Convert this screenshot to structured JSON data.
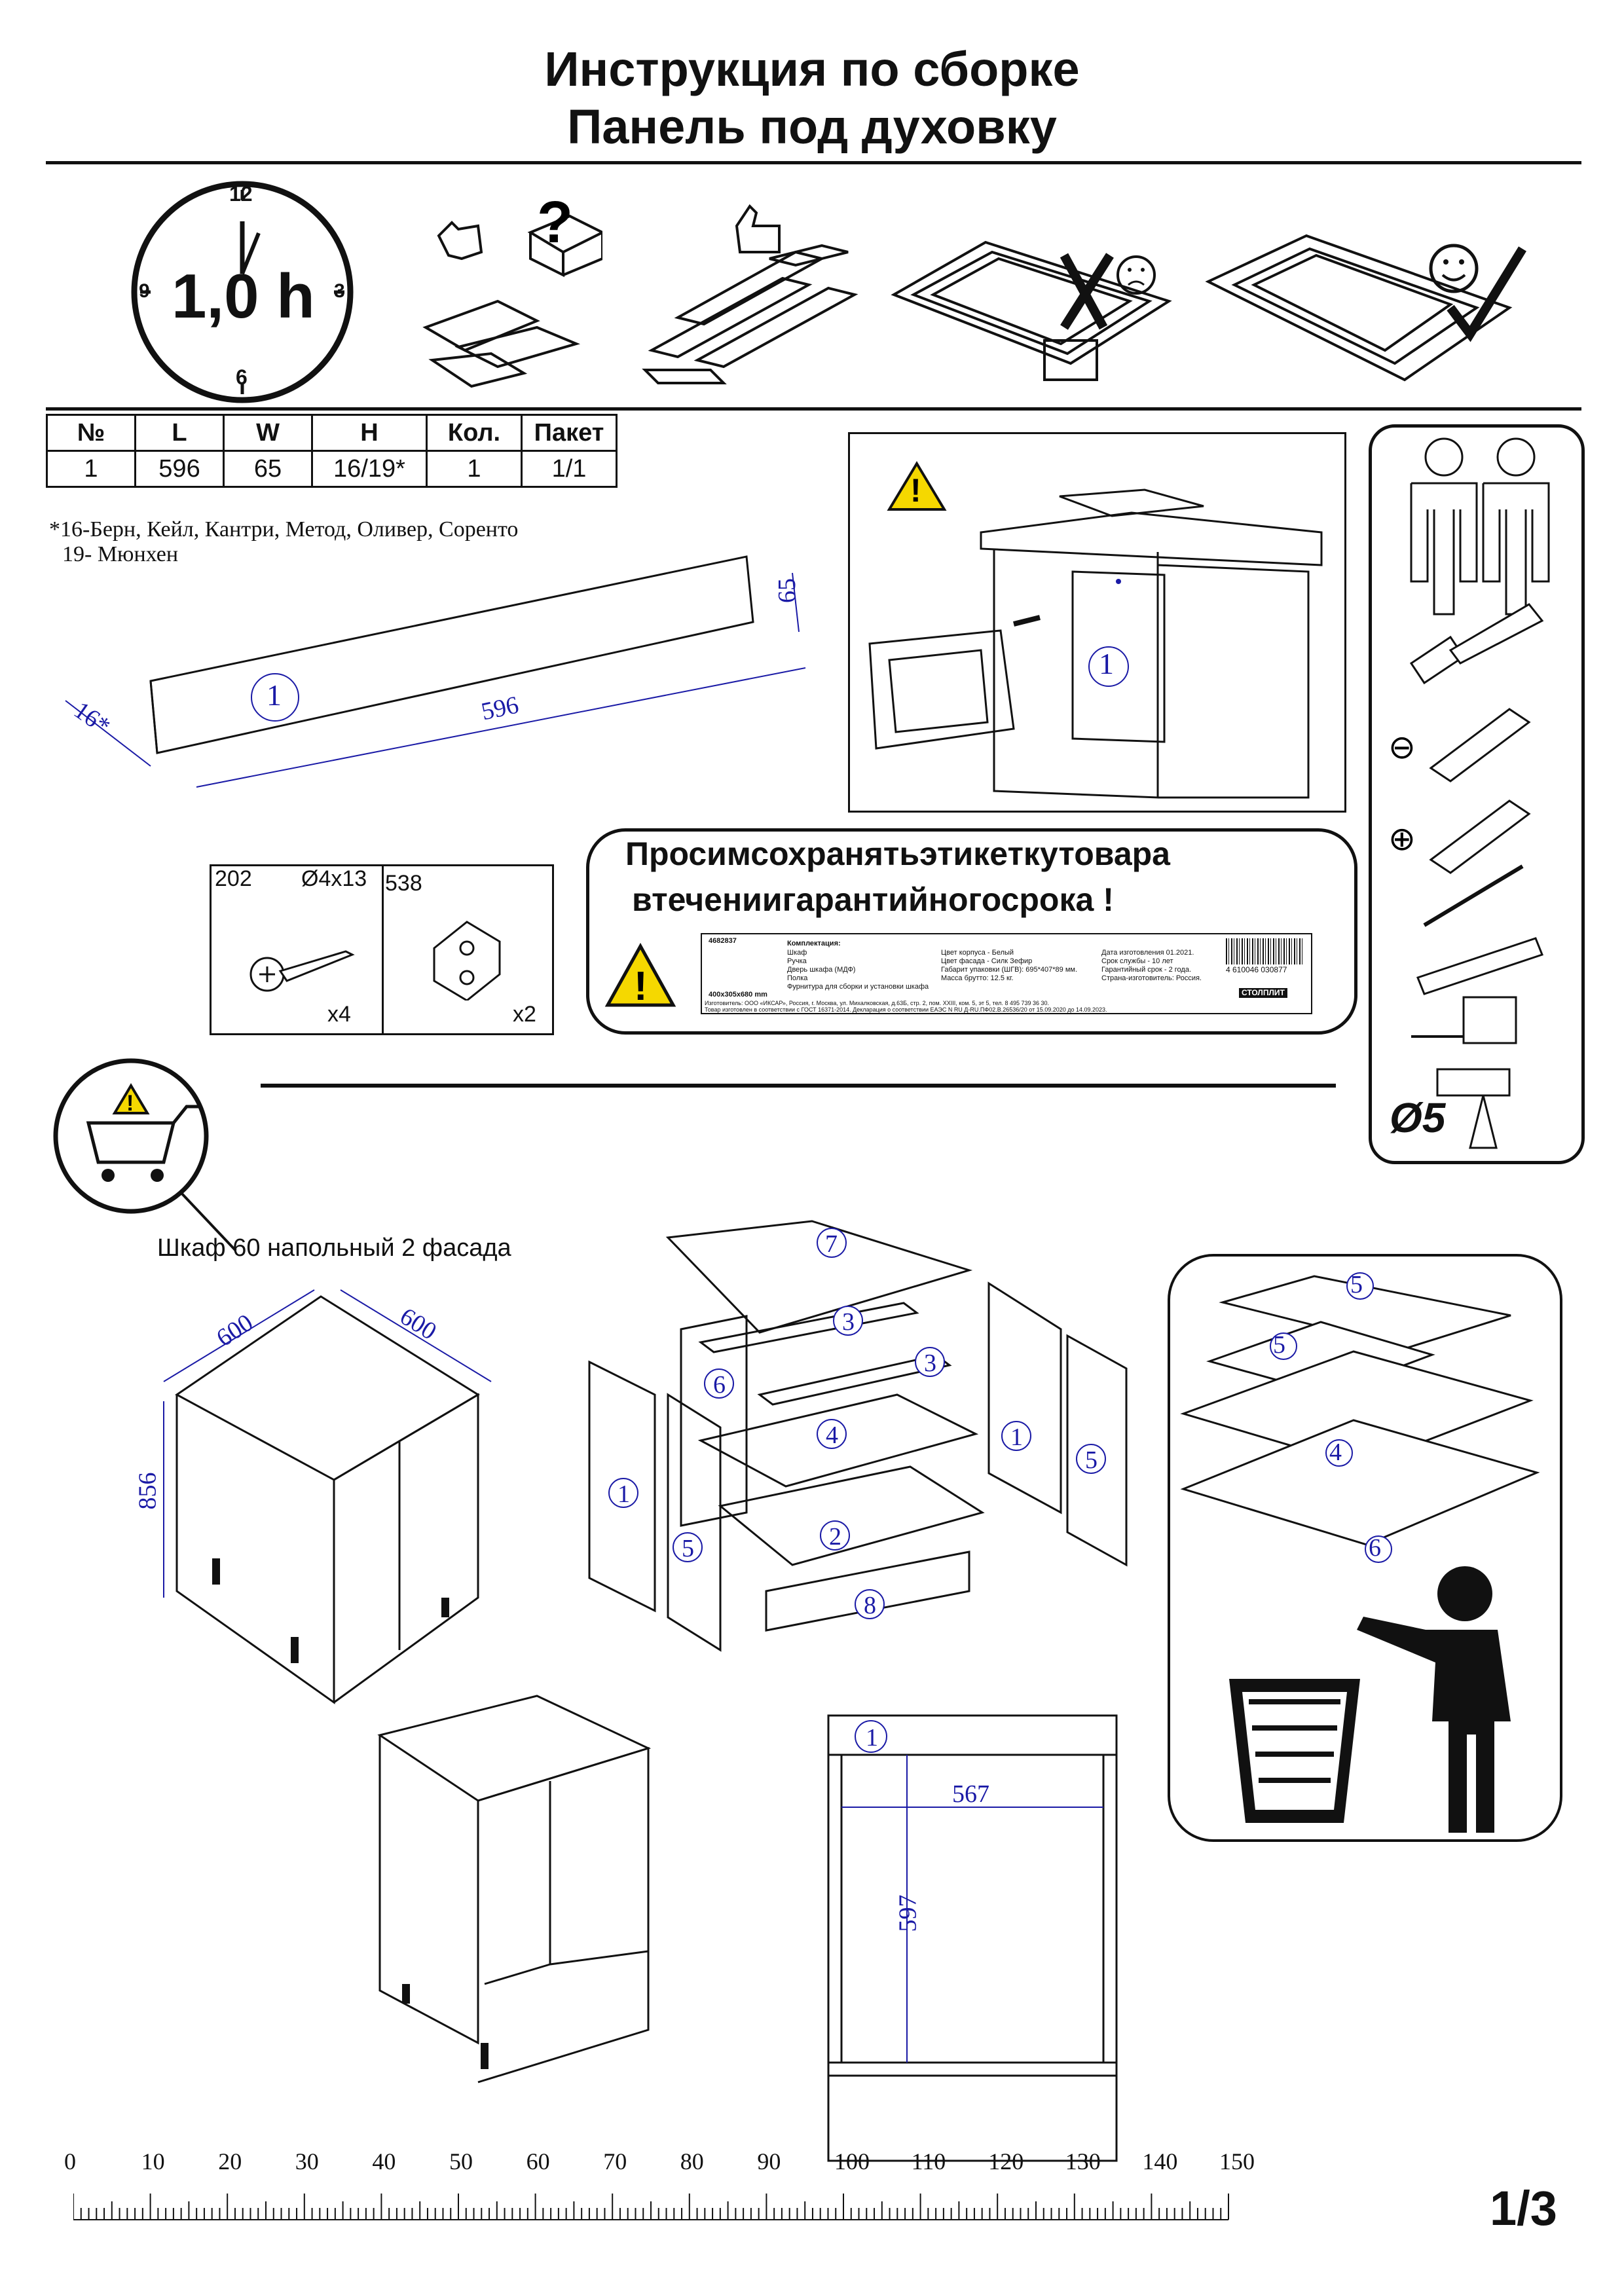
{
  "header": {
    "title_line1": "Инструкция по сборке",
    "title_line2": "Панель под духовку"
  },
  "clock": {
    "time": "1,0 h",
    "n12": "12",
    "n3": "3",
    "n6": "6",
    "n9": "9"
  },
  "spec_table": {
    "headers": [
      "№",
      "L",
      "W",
      "H",
      "Кол.",
      "Пакет"
    ],
    "rows": [
      [
        "1",
        "596",
        "65",
        "16/19*",
        "1",
        "1/1"
      ]
    ]
  },
  "footnote": {
    "line1": "*16-Берн, Кейл, Кантри, Метод, Оливер, Соренто",
    "line2": "19- Мюнхен"
  },
  "panel_drawing": {
    "part_number": "1",
    "length": "596",
    "height": "65",
    "thickness": "16*"
  },
  "install_scene": {
    "part_number": "1"
  },
  "hardware": {
    "screw_code": "202",
    "screw_size": "Ø4x13",
    "screw_qty": "x4",
    "corner_code": "538",
    "corner_qty": "x2"
  },
  "label_notice": {
    "line1": "Просимсохранятьэтикеткутовара",
    "line2": "втечениигарантийногосрока !",
    "label_code": "4682837",
    "label_complect": "Комплектация:",
    "label_items": [
      "Шкаф",
      "Ручка",
      "Дверь шкафа (МДФ)",
      "Полка",
      "Фурнитура для сборки и установки шкафа"
    ],
    "label_size": "400x305x680 mm",
    "label_specs": [
      "Цвет корпуса - Белый",
      "Цвет фасада - Силк Зефир",
      "Габарит упаковки (ШГВ): 695*407*89 мм.",
      "Масса брутто: 12.5 кг."
    ],
    "label_dates": [
      "Дата изготовления 01.2021.",
      "Срок службы - 10 лет",
      "Гарантийный срок - 2 года.",
      "Страна-изготовитель: Россия."
    ],
    "label_barcode": "4 610046 030877",
    "label_footer1": "Изготовитель: ООО «ИКСАР», Россия, г. Москва, ул. Михалковская, д.63Б, стр. 2, пом. XXIII, ком. 5, эт 5, тел. 8 495 739 36 30.",
    "label_footer2": "Товар изготовлен в соответствии с ГОСТ 16371-2014. Декларация о соответствии ЕАЭС N RU Д-RU.ПФ02.В.26536/20 от 15.09.2020 до 14.09.2023.",
    "brand": "СТОЛПЛИТ"
  },
  "tools": {
    "drill_size": "Ø5"
  },
  "cabinet": {
    "name": "Шкаф 60 напольный 2 фасада",
    "width": "600",
    "depth": "600",
    "height": "856"
  },
  "exploded_parts": [
    "7",
    "3",
    "3",
    "6",
    "4",
    "1",
    "5",
    "1",
    "5",
    "2",
    "8"
  ],
  "recycle_parts": [
    "5",
    "5",
    "4",
    "6"
  ],
  "opening": {
    "part_number": "1",
    "width": "567",
    "height": "597"
  },
  "ruler": {
    "labels": [
      "0",
      "10",
      "20",
      "30",
      "40",
      "50",
      "60",
      "70",
      "80",
      "90",
      "100",
      "110",
      "120",
      "130",
      "140",
      "150"
    ]
  },
  "page": {
    "number": "1/3"
  }
}
